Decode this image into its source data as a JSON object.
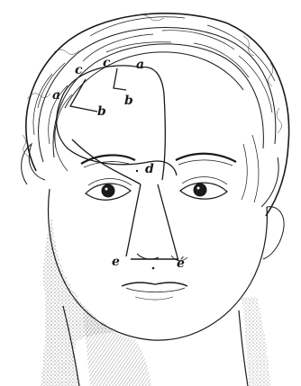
{
  "labels": {
    "a_left": "a",
    "c_left": "c",
    "c_right": "c",
    "a_right": "a",
    "b_left": "b",
    "b_right": "b",
    "d": "d",
    "e": "e",
    "e_prime": "é"
  },
  "colors": {
    "ink": "#1a1a1a",
    "paper": "#ffffff"
  }
}
